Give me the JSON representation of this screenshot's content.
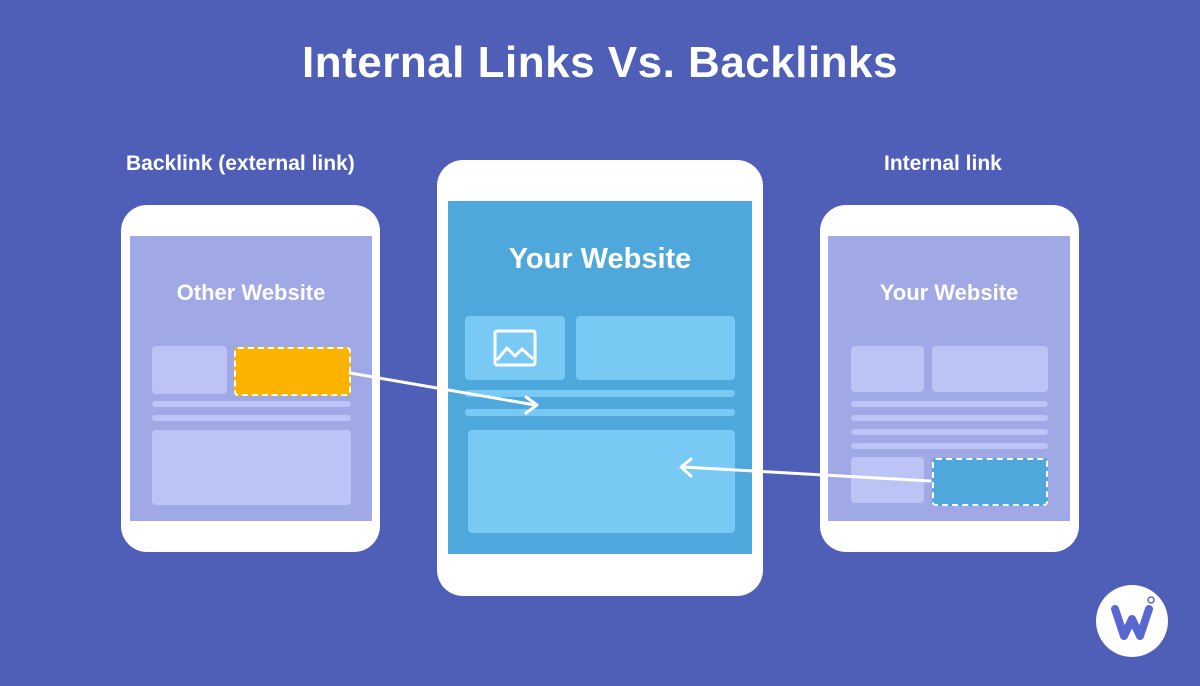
{
  "title": "Internal Links Vs. Backlinks",
  "labels": {
    "backlink": "Backlink (external link)",
    "internal": "Internal link"
  },
  "devices": {
    "left": {
      "screen_title": "Other Website"
    },
    "center": {
      "screen_title": "Your Website"
    },
    "right": {
      "screen_title": "Your Website"
    }
  },
  "colors": {
    "background": "#4f5fb8",
    "backlink_highlight": "#fbb300",
    "internal_highlight": "#4ea8dc",
    "center_screen": "#4ea8dc",
    "side_screen": "#a1a8e6"
  },
  "icons": {
    "center_image": "image-placeholder-icon",
    "logo": "w-logo-icon"
  }
}
